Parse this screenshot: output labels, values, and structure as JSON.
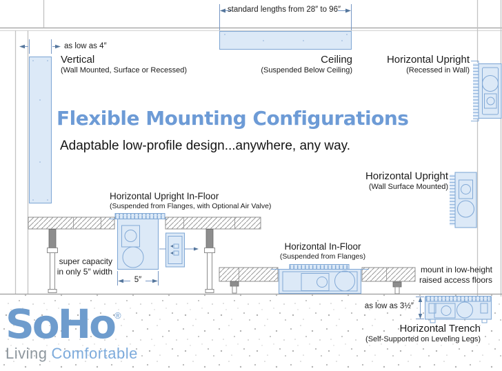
{
  "title": "Flexible Mounting Configurations",
  "subtitle": "Adaptable low-profile design...anywhere, any way.",
  "dimensions": {
    "standard_lengths": "standard lengths from 28″ to 96″",
    "as_low_as_4": "as low as 4″",
    "width_5": "5″",
    "as_low_as_3_5": "as low as 3½″",
    "super_capacity_line1": "super capacity",
    "super_capacity_line2": "in only 5″ width",
    "mount_line1": "mount in low-height",
    "mount_line2": "raised access floors"
  },
  "configurations": {
    "vertical": {
      "name": "Vertical",
      "desc": "(Wall Mounted, Surface or Recessed)"
    },
    "ceiling": {
      "name": "Ceiling",
      "desc": "(Suspended Below Ceiling)"
    },
    "upright_recessed": {
      "name": "Horizontal Upright",
      "desc": "(Recessed in Wall)"
    },
    "upright_surface": {
      "name": "Horizontal Upright",
      "desc": "(Wall Surface Mounted)"
    },
    "upright_in_floor": {
      "name": "Horizontal Upright In-Floor",
      "desc": "(Suspended from Flanges, with Optional Air Valve)"
    },
    "in_floor": {
      "name": "Horizontal In-Floor",
      "desc": "(Suspended from Flanges)"
    },
    "trench": {
      "name": "Horizontal Trench",
      "desc": "(Self-Supported on Leveling Legs)"
    }
  },
  "logo": {
    "brand": "SoHo",
    "registered": "®",
    "tagline_word1": "Living",
    "tagline_word2": "Comfortable"
  },
  "colors": {
    "accent_blue": "#6d9bd6",
    "unit_fill": "#dce9f7",
    "unit_stroke": "#82a9d6",
    "logo_blue": "#6e9ccd",
    "tagline_gray": "#8e979e"
  }
}
